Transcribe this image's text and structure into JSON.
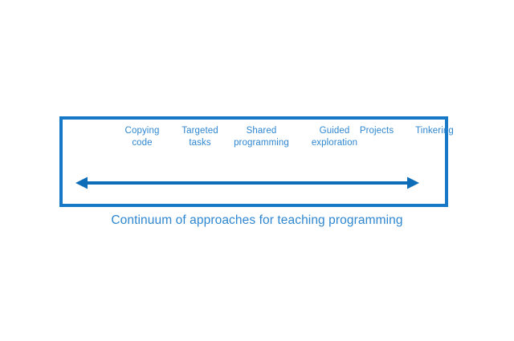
{
  "diagram": {
    "title": "Continuum of approaches for teaching programming",
    "colors": {
      "box_border": "#1878C8",
      "arrow": "#0E6DB8",
      "label_text": "#2E86D0",
      "caption_text": "#2E86D0",
      "background": "#FFFFFF"
    },
    "stages": [
      {
        "label": "Copying\ncode"
      },
      {
        "label": "Targeted\ntasks"
      },
      {
        "label": "Shared\nprogramming"
      },
      {
        "label": "Guided\nexploration"
      },
      {
        "label": "Projects"
      },
      {
        "label": "Tinkering"
      }
    ],
    "arrow": {
      "name": "double-headed-arrow",
      "direction": "bidirectional"
    }
  }
}
